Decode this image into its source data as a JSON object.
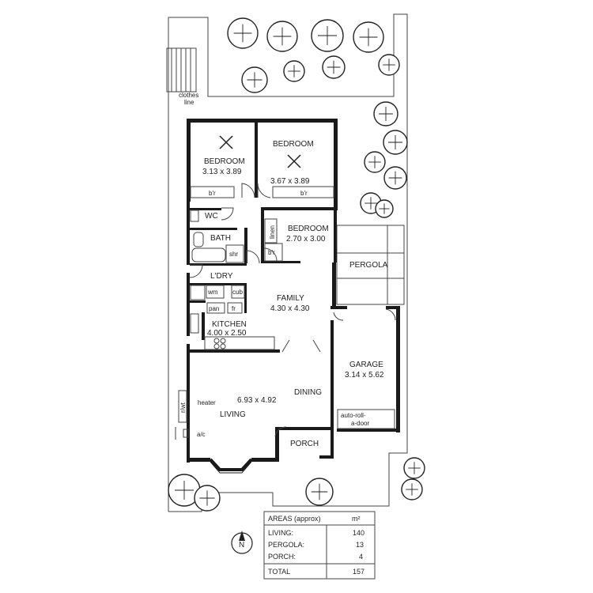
{
  "site": {
    "clothes_line": [
      "clothes",
      "line"
    ]
  },
  "rooms": {
    "bedroom1": {
      "name": "BEDROOM",
      "dims": "3.13 x 3.89"
    },
    "bedroom2": {
      "name": "BEDROOM",
      "dims": "3.67 x 3.89"
    },
    "bedroom3": {
      "name": "BEDROOM",
      "dims": "2.70 x 3.00"
    },
    "wc": "WC",
    "bath": "BATH",
    "laundry": "L'DRY",
    "family": {
      "name": "FAMILY",
      "dims": "4.30 x 4.30"
    },
    "kitchen": {
      "name": "KITCHEN",
      "dims": "4.00 x 2.50"
    },
    "living": {
      "name": "LIVING",
      "dims": "6.93 x 4.92"
    },
    "dining": "DINING",
    "porch": "PORCH",
    "garage": {
      "name": "GARAGE",
      "dims": "3.14 x 5.62"
    },
    "pergola": "PERGOLA"
  },
  "fixtures": {
    "robe1": "b'r",
    "robe2": "b'r",
    "robe3": "b'r",
    "linen": "linen",
    "shower": "shr",
    "wm": "wm",
    "cub": "cub",
    "pan": "pan",
    "fr": "fr",
    "heater": "heater",
    "heater_unit": "r/wt",
    "ac": "a/c",
    "garage_door": [
      "auto-roll-",
      "a-door"
    ]
  },
  "areas_table": {
    "title": "AREAS (approx)",
    "unit": "m²",
    "rows": [
      {
        "label": "LIVING:",
        "value": "140"
      },
      {
        "label": "PERGOLA:",
        "value": "13"
      },
      {
        "label": "PORCH:",
        "value": "4"
      }
    ],
    "total": {
      "label": "TOTAL",
      "value": "157"
    }
  },
  "compass": "N"
}
